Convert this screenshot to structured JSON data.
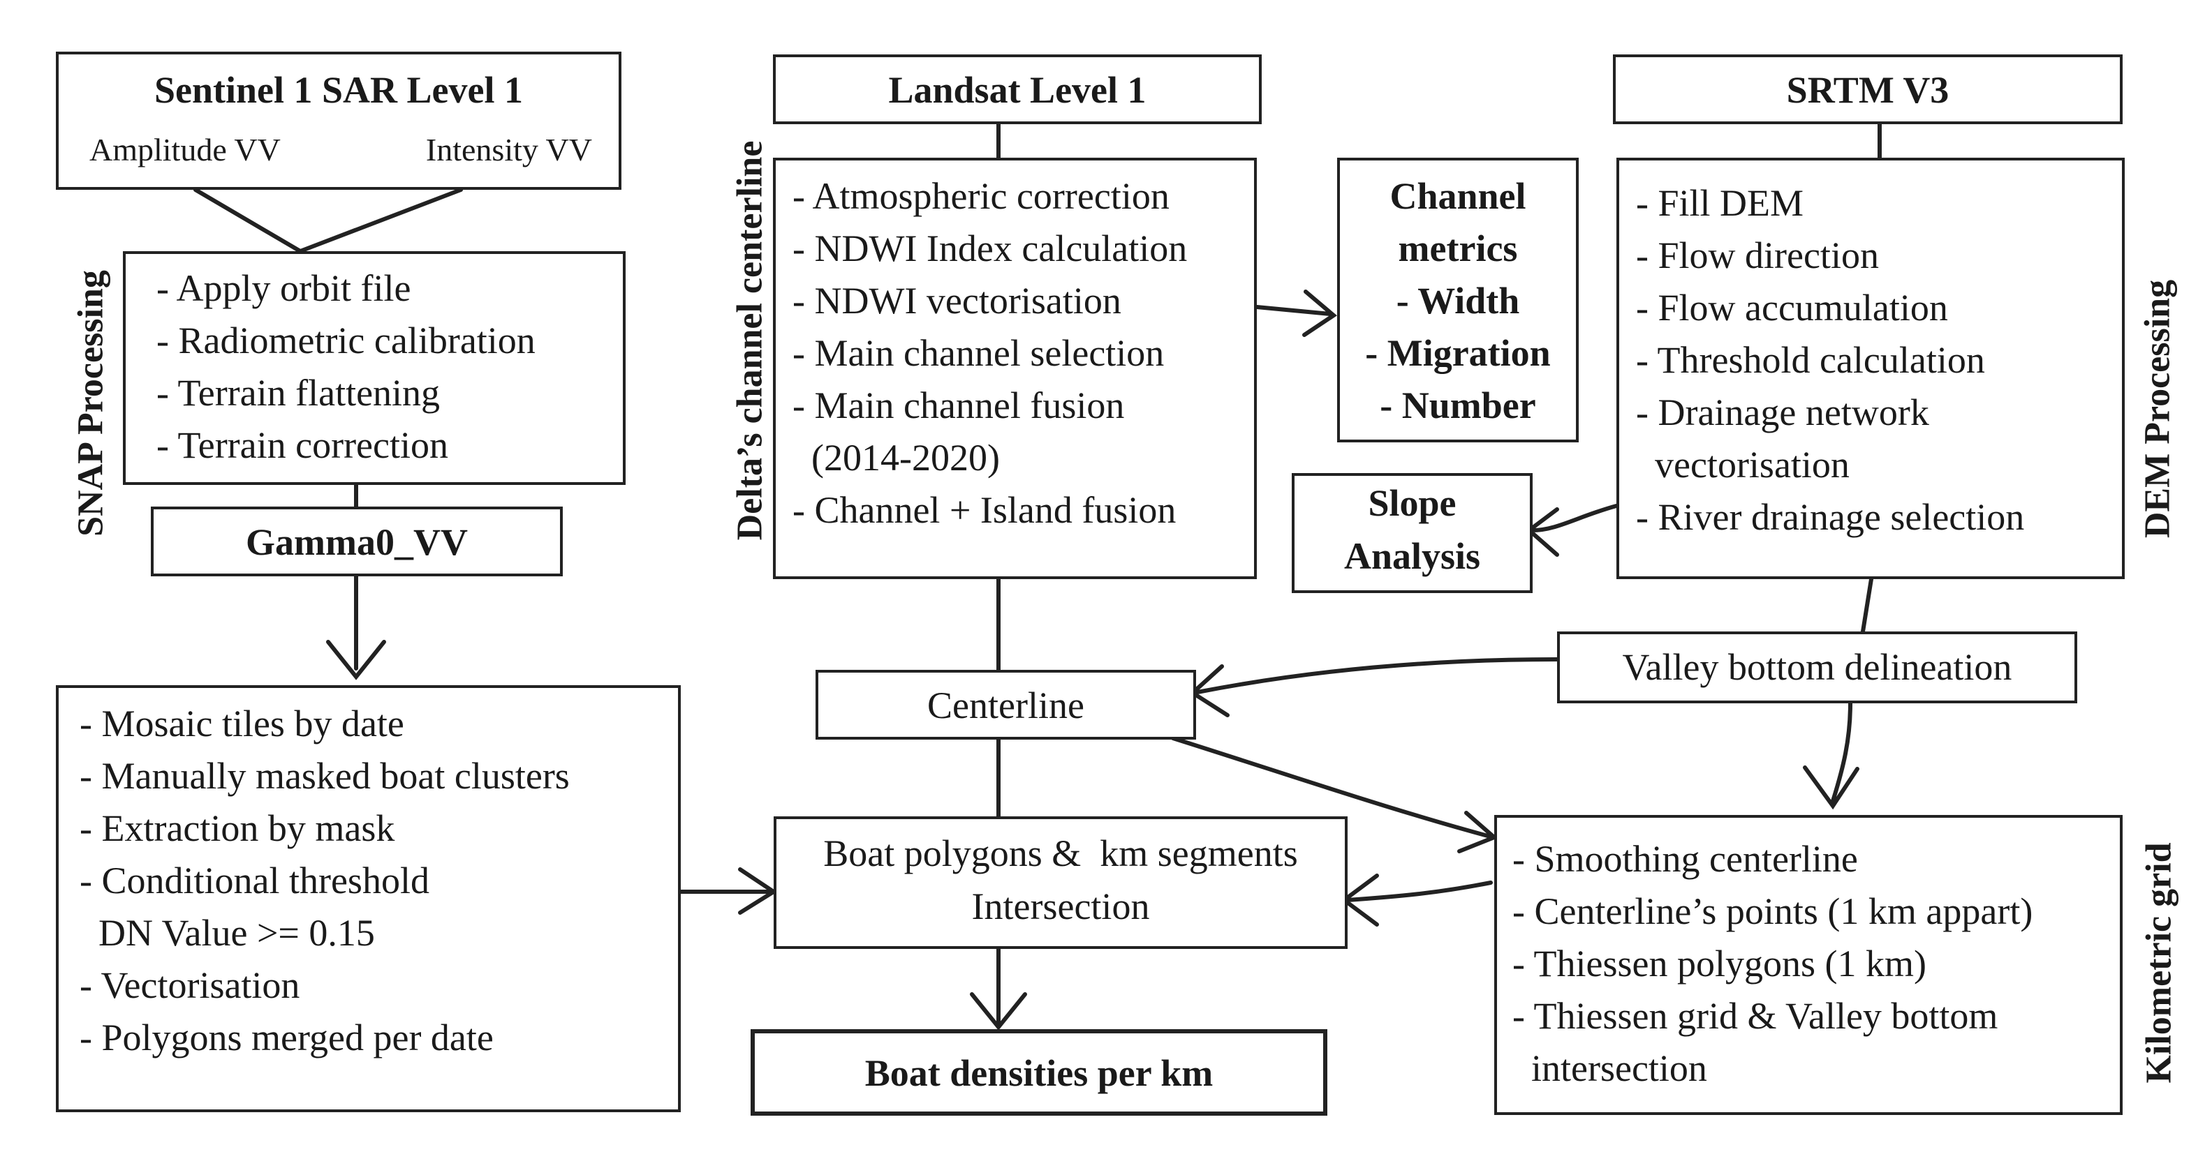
{
  "sentinel": {
    "title": "Sentinel 1 SAR Level 1",
    "amplitude": "Amplitude VV",
    "intensity": "Intensity VV"
  },
  "snap": {
    "label": "SNAP Processing",
    "steps": [
      "- Apply orbit file",
      "- Radiometric calibration",
      "- Terrain flattening",
      "- Terrain correction"
    ]
  },
  "gamma": {
    "label": "Gamma0_VV"
  },
  "mosaic": {
    "steps": [
      "- Mosaic tiles by date",
      "- Manually masked boat clusters",
      "- Extraction by mask",
      "- Conditional threshold",
      "  DN Value >= 0.15",
      "- Vectorisation",
      "- Polygons merged per date"
    ]
  },
  "landsat": {
    "title": "Landsat Level 1"
  },
  "delta": {
    "label": "Delta’s channel centerline",
    "steps": [
      "- Atmospheric correction",
      "- NDWI Index calculation",
      "- NDWI vectorisation",
      "- Main channel selection",
      "- Main channel fusion",
      "  (2014-2020)",
      "- Channel + Island fusion"
    ]
  },
  "metrics": {
    "lines": [
      "Channel",
      "metrics",
      "- Width",
      "- Migration",
      "- Number"
    ]
  },
  "srtm": {
    "title": "SRTM V3"
  },
  "dem": {
    "label": "DEM Processing",
    "steps": [
      "- Fill DEM",
      "- Flow direction",
      "- Flow accumulation",
      "- Threshold calculation",
      "- Drainage network",
      "  vectorisation",
      "- River drainage selection"
    ]
  },
  "slope": {
    "line1": "Slope",
    "line2": "Analysis"
  },
  "valley": {
    "label": "Valley bottom delineation"
  },
  "centerline": {
    "label": "Centerline"
  },
  "intersection": {
    "line1": "Boat polygons &  km segments",
    "line2": "Intersection"
  },
  "kilometric": {
    "label": "Kilometric grid",
    "steps": [
      "- Smoothing centerline",
      "- Centerline’s points (1 km appart)",
      "- Thiessen polygons (1 km)",
      "- Thiessen grid & Valley bottom",
      "  intersection"
    ]
  },
  "densities": {
    "label": "Boat densities per km"
  }
}
